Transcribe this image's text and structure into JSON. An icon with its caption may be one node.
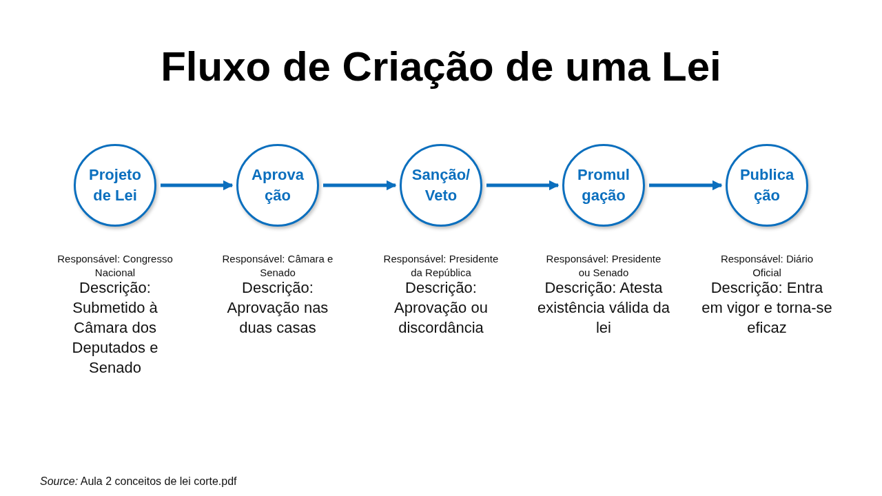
{
  "diagram": {
    "title": "Fluxo de Criação de uma Lei",
    "caption": "*Source:* Aula 2 conceitos de lei corte.pdf",
    "nodes": [
      {
        "text": [
          "Projeto de Lei"
        ],
        "beside": [
          "Responsável: Congresso Nacional",
          "Descrição: Submetido à Câmara dos Deputados e Senado"
        ]
      },
      {
        "text": [
          "Aprovação"
        ],
        "beside": [
          "Responsável: Câmara e Senado",
          "Descrição: Aprovação nas duas casas"
        ]
      },
      {
        "text": [
          "Sanção/ Veto"
        ],
        "beside": [
          "Responsável: Presidente da República",
          "Descrição: Aprovação ou discordância"
        ]
      },
      {
        "text": [
          "Promulgação"
        ],
        "beside": [
          "Responsável: Presidente ou Senado",
          "Descrição: Atesta existência válida da lei"
        ]
      },
      {
        "text": [
          "Publicação"
        ],
        "beside": [
          "Responsável: Diário Oficial",
          "Descrição: Entra em vigor e torna-se eficaz"
        ]
      }
    ],
    "edges": [
      {
        "from": 0,
        "to": 1,
        "arrow": "to"
      },
      {
        "from": 1,
        "to": 2,
        "arrow": "to"
      },
      {
        "from": 2,
        "to": 3,
        "arrow": "to"
      },
      {
        "from": 3,
        "to": 4,
        "arrow": "to"
      }
    ]
  }
}
